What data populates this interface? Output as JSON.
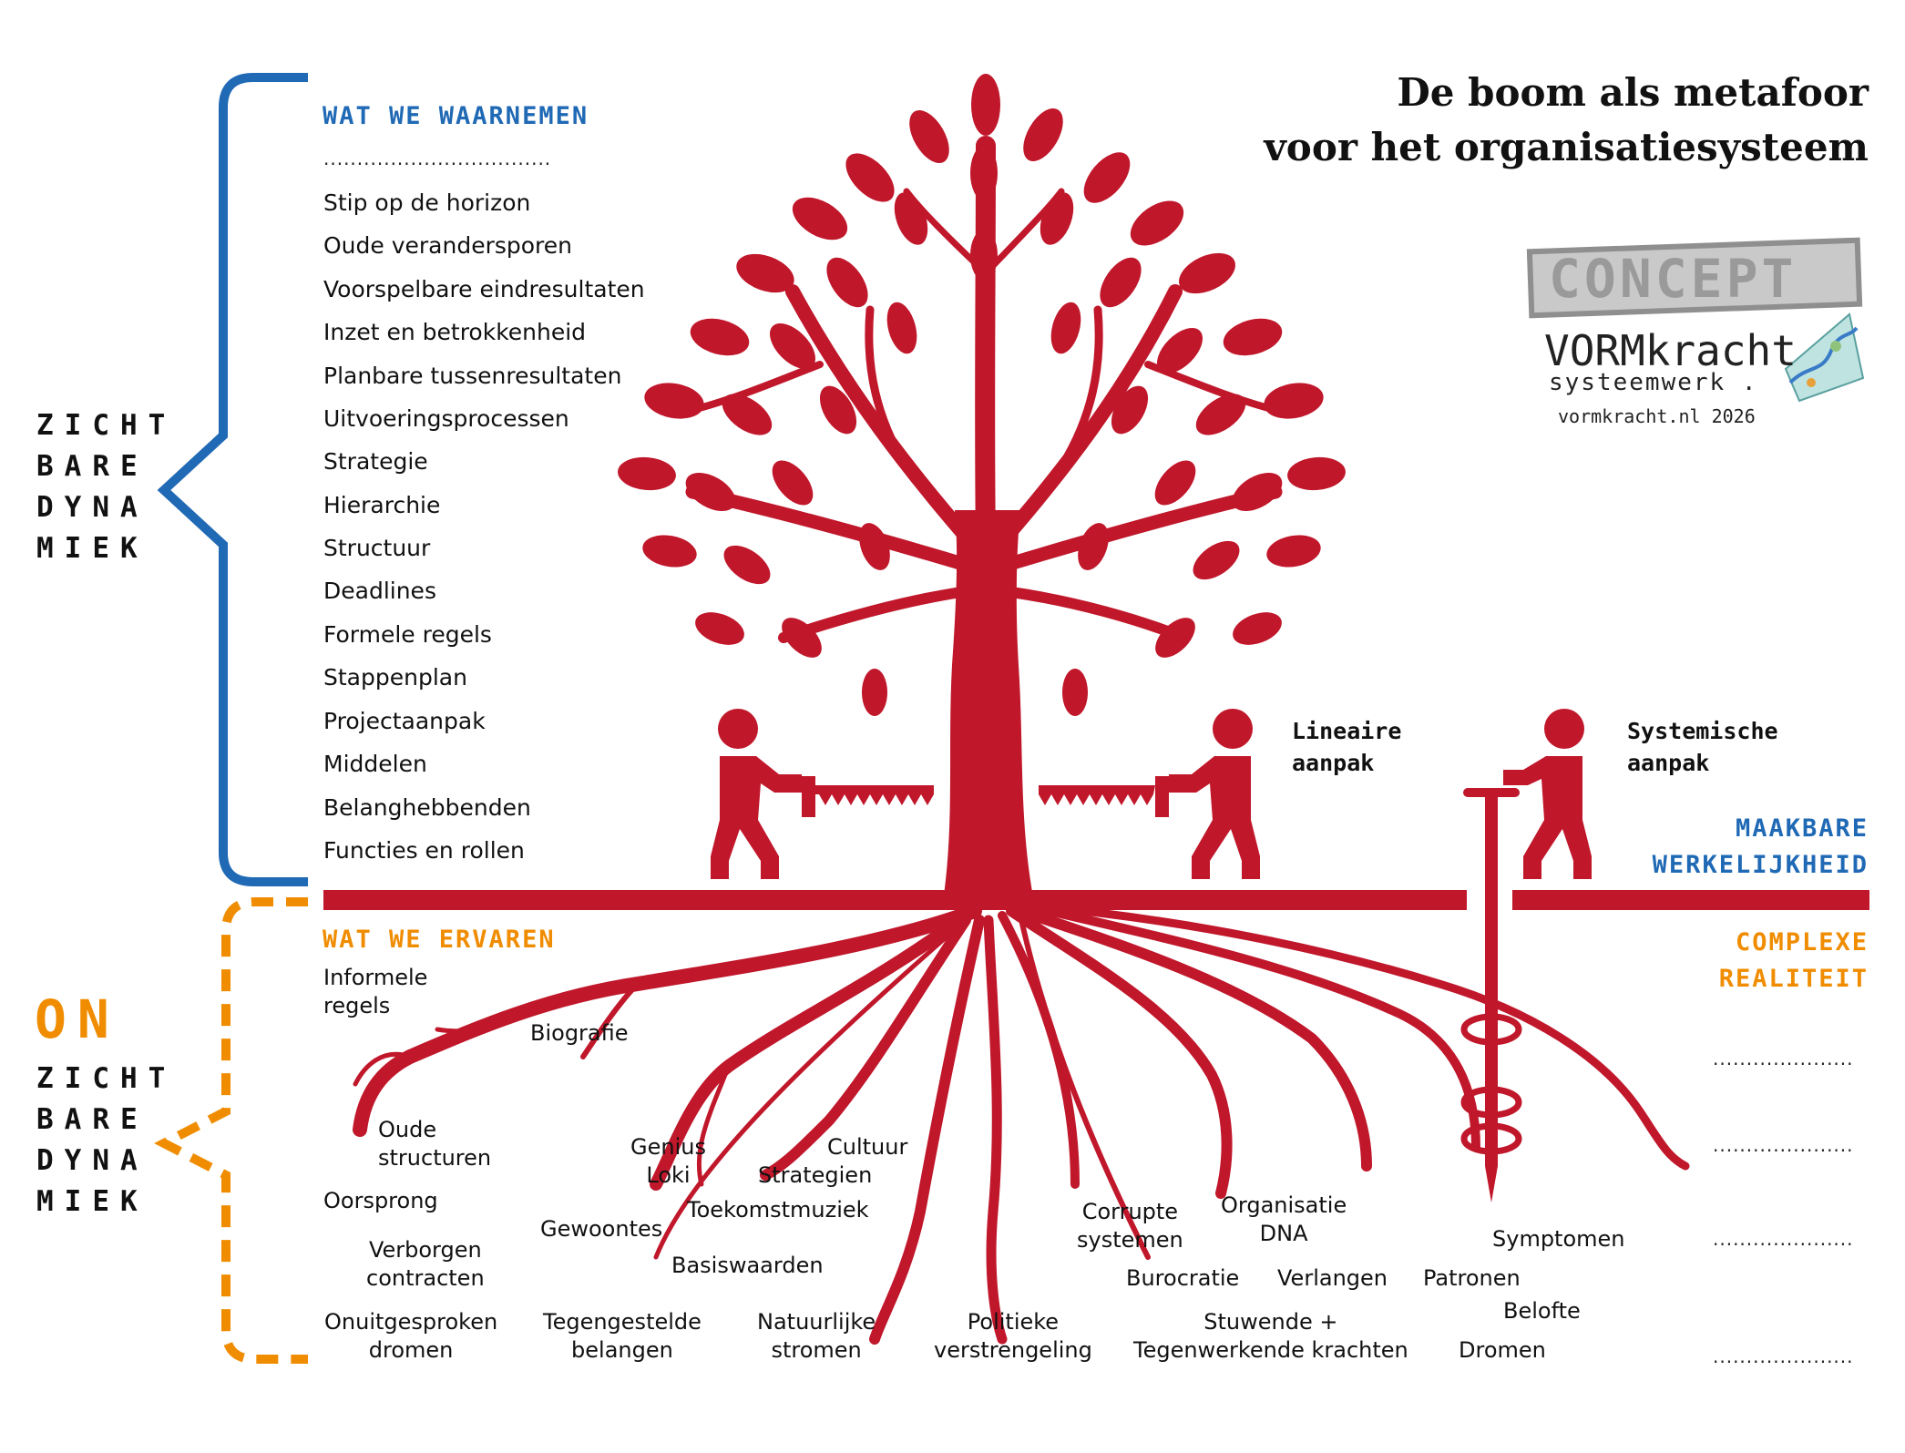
{
  "title": {
    "line1": "De boom als metafoor",
    "line2": "voor het organisatiesysteem"
  },
  "logo": {
    "stamp": "CONCEPT",
    "brand": "VORMkracht",
    "sub": "systeemwerk .",
    "site": "vormkracht.nl 2026",
    "icon": "map-icon"
  },
  "left_labels": {
    "visible": [
      "ZICHT",
      "BARE",
      "DYNA",
      "MIEK"
    ],
    "invisible_prefix": "ON",
    "invisible": [
      "ZICHT",
      "BARE",
      "DYNA",
      "MIEK"
    ]
  },
  "visible_section": {
    "header": "WAT WE WAARNEMEN",
    "dots": "..................................",
    "items": [
      "Stip op de horizon",
      "Oude verandersporen",
      "Voorspelbare eindresultaten",
      "Inzet en betrokkenheid",
      "Planbare tussenresultaten",
      "Uitvoeringsprocessen",
      "Strategie",
      "Hierarchie",
      "Structuur",
      "Deadlines",
      "Formele regels",
      "Stappenplan",
      "Projectaanpak",
      "Middelen",
      "Belanghebbenden",
      "Functies en rollen"
    ]
  },
  "approaches": {
    "linear": [
      "Lineaire",
      "aanpak"
    ],
    "systemic": [
      "Systemische",
      "aanpak"
    ]
  },
  "right_labels": {
    "makeable": [
      "MAAKBARE",
      "WERKELIJKHEID"
    ],
    "complex": [
      "COMPLEXE",
      "REALITEIT"
    ],
    "dots": "....................."
  },
  "invisible_section": {
    "header": "WAT WE ERVAREN",
    "roots": {
      "informele_regels": "Informele\nregels",
      "biografie": "Biografie",
      "oude_structuren": "Oude\nstructuren",
      "genius_loki": "Genius\nLoki",
      "cultuur": "Cultuur",
      "strategien": "Strategien",
      "oorsprong": "Oorsprong",
      "toekomstmuziek": "Toekomstmuziek",
      "gewoontes": "Gewoontes",
      "verborgen_contracten": "Verborgen\ncontracten",
      "basiswaarden": "Basiswaarden",
      "corrupte_systemen": "Corrupte\nsystemen",
      "organisatie_dna": "Organisatie\nDNA",
      "symptomen": "Symptomen",
      "burocratie": "Burocratie",
      "verlangen": "Verlangen",
      "patronen": "Patronen",
      "belofte": "Belofte",
      "onuitgesproken_dromen": "Onuitgesproken\ndromen",
      "tegengestelde_belangen": "Tegengestelde\nbelangen",
      "natuurlijke_stromen": "Natuurlijke\nstromen",
      "politieke_verstrengeling": "Politieke\nverstrengeling",
      "stuwende_krachten": "Stuwende +\nTegenwerkende krachten",
      "dromen": "Dromen"
    }
  },
  "colors": {
    "tree": "#c0172b",
    "blue": "#1f69b5",
    "orange": "#f08c00",
    "text": "#111111"
  }
}
